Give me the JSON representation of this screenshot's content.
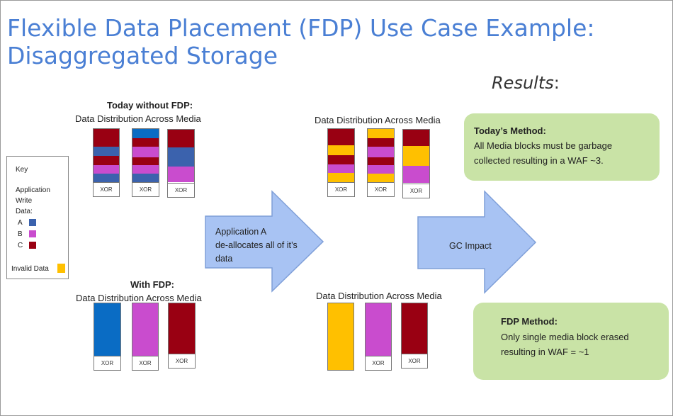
{
  "title": {
    "line1": "Flexible Data Placement (FDP) Use Case Example:",
    "line2": "Disaggregated Storage"
  },
  "results": {
    "label": "Results",
    "colon": ":"
  },
  "key": {
    "title": "Key",
    "app_write_line1": "Application",
    "app_write_line2": "Write",
    "app_write_line3": "Data:",
    "a": "A",
    "b": "B",
    "c": "C",
    "invalid": "Invalid Data"
  },
  "colors": {
    "A": "#3b62ad",
    "B": "#c94cce",
    "C": "#990012",
    "Invalid": "#ffc000",
    "solidA": "#0a6cc4",
    "arrow_fill": "#a8c3f3",
    "arrow_stroke": "#7f9fd8",
    "green_box": "#c9e3a6"
  },
  "today": {
    "heading": "Today without FDP:",
    "subheading": "Data Distribution Across Media",
    "xor": "XOR"
  },
  "after_today": {
    "subheading": "Data Distribution Across Media",
    "xor": "XOR"
  },
  "with_fdp": {
    "heading": "With FDP:",
    "subheading": "Data Distribution Across Media",
    "xor": "XOR"
  },
  "after_fdp": {
    "subheading": "Data Distribution Across Media",
    "xor": "XOR"
  },
  "arrow1": {
    "line1": "Application A",
    "line2": "de-allocates all of it’s",
    "line3": "data"
  },
  "arrow2": {
    "label": "GC Impact"
  },
  "todays_method": {
    "heading": "Today’s Method:",
    "line1": "All Media blocks must be garbage",
    "line2": "collected resulting in a WAF ~3."
  },
  "fdp_method": {
    "heading": "FDP Method:",
    "line1": "Only single media block erased",
    "line2": "resulting in WAF = ~1"
  }
}
